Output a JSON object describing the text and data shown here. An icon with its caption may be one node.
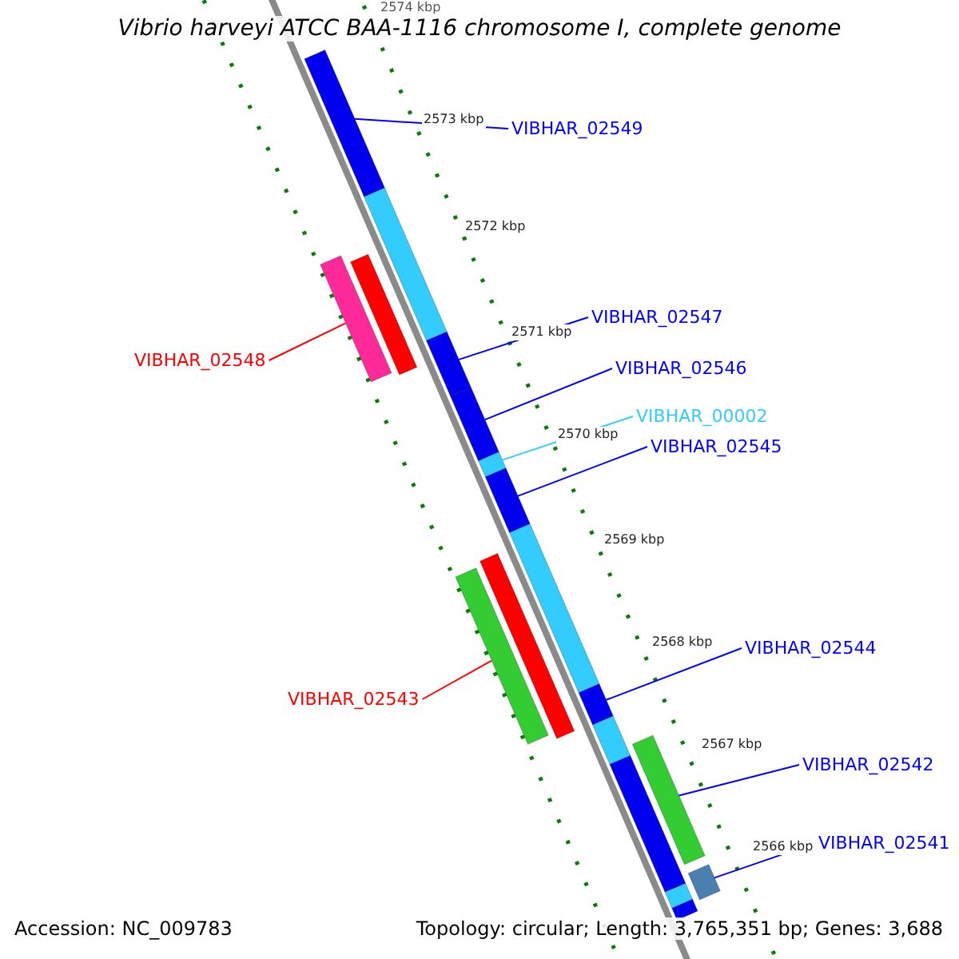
{
  "diagram": {
    "title": "Vibrio harveyi ATCC BAA-1116 chromosome I, complete genome",
    "nodes": [
      {
        "text": [
          "VIBHAR_02549"
        ]
      },
      {
        "text": [
          "VIBHAR_02547"
        ]
      },
      {
        "text": [
          "VIBHAR_02548"
        ]
      },
      {
        "text": [
          "VIBHAR_02546"
        ]
      },
      {
        "text": [
          "VIBHAR_00002"
        ]
      },
      {
        "text": [
          "VIBHAR_02545"
        ]
      },
      {
        "text": [
          "VIBHAR_02544"
        ]
      },
      {
        "text": [
          "VIBHAR_02543"
        ]
      },
      {
        "text": [
          "VIBHAR_02542"
        ]
      },
      {
        "text": [
          "VIBHAR_02541"
        ]
      },
      {
        "text": [],
        "shape": "bar"
      },
      {
        "text": [],
        "shape": "bar"
      },
      {
        "text": [],
        "shape": "bar"
      },
      {
        "text": [],
        "shape": "bar"
      },
      {
        "text": [],
        "shape": "bar"
      },
      {
        "text": [],
        "shape": "bar"
      },
      {
        "text": [],
        "shape": "bar"
      },
      {
        "text": [],
        "shape": "bar"
      },
      {
        "text": [],
        "shape": "bar"
      },
      {
        "text": [],
        "shape": "bar"
      },
      {
        "text": [],
        "shape": "bar"
      },
      {
        "text": [],
        "shape": "bar"
      },
      {
        "text": [],
        "shape": "bar"
      },
      {
        "text": [],
        "shape": "bar"
      },
      {
        "text": [],
        "shape": "bar"
      },
      {
        "text": [],
        "shape": "bar"
      },
      {
        "text": [],
        "shape": "bar"
      },
      {
        "text": [],
        "shape": "bar"
      }
    ],
    "edges": [
      {
        "from": 0,
        "to": 10,
        "arrow": "none"
      },
      {
        "from": 1,
        "to": 11,
        "arrow": "none"
      },
      {
        "from": 2,
        "to": 12,
        "arrow": "none",
        "color": "#ff0000"
      },
      {
        "from": 3,
        "to": 13,
        "arrow": "none"
      },
      {
        "from": 4,
        "to": 14,
        "arrow": "none",
        "color": "#33ccff"
      },
      {
        "from": 5,
        "to": 15,
        "arrow": "none"
      },
      {
        "from": 6,
        "to": 16,
        "arrow": "none"
      },
      {
        "from": 7,
        "to": 17,
        "arrow": "none",
        "color": "#ff0000"
      },
      {
        "from": 8,
        "to": 18,
        "arrow": "none"
      },
      {
        "from": 9,
        "to": 19,
        "arrow": "none"
      }
    ],
    "labels": [
      "2574 kbp",
      "2573 kbp",
      "2572 kbp",
      "2571 kbp",
      "2570 kbp",
      "2569 kbp",
      "2568 kbp",
      "2567 kbp",
      "2566 kbp",
      "Accession: NC_009783",
      "Topology: circular; Length: 3,765,351 bp; Genes: 3,688"
    ]
  }
}
